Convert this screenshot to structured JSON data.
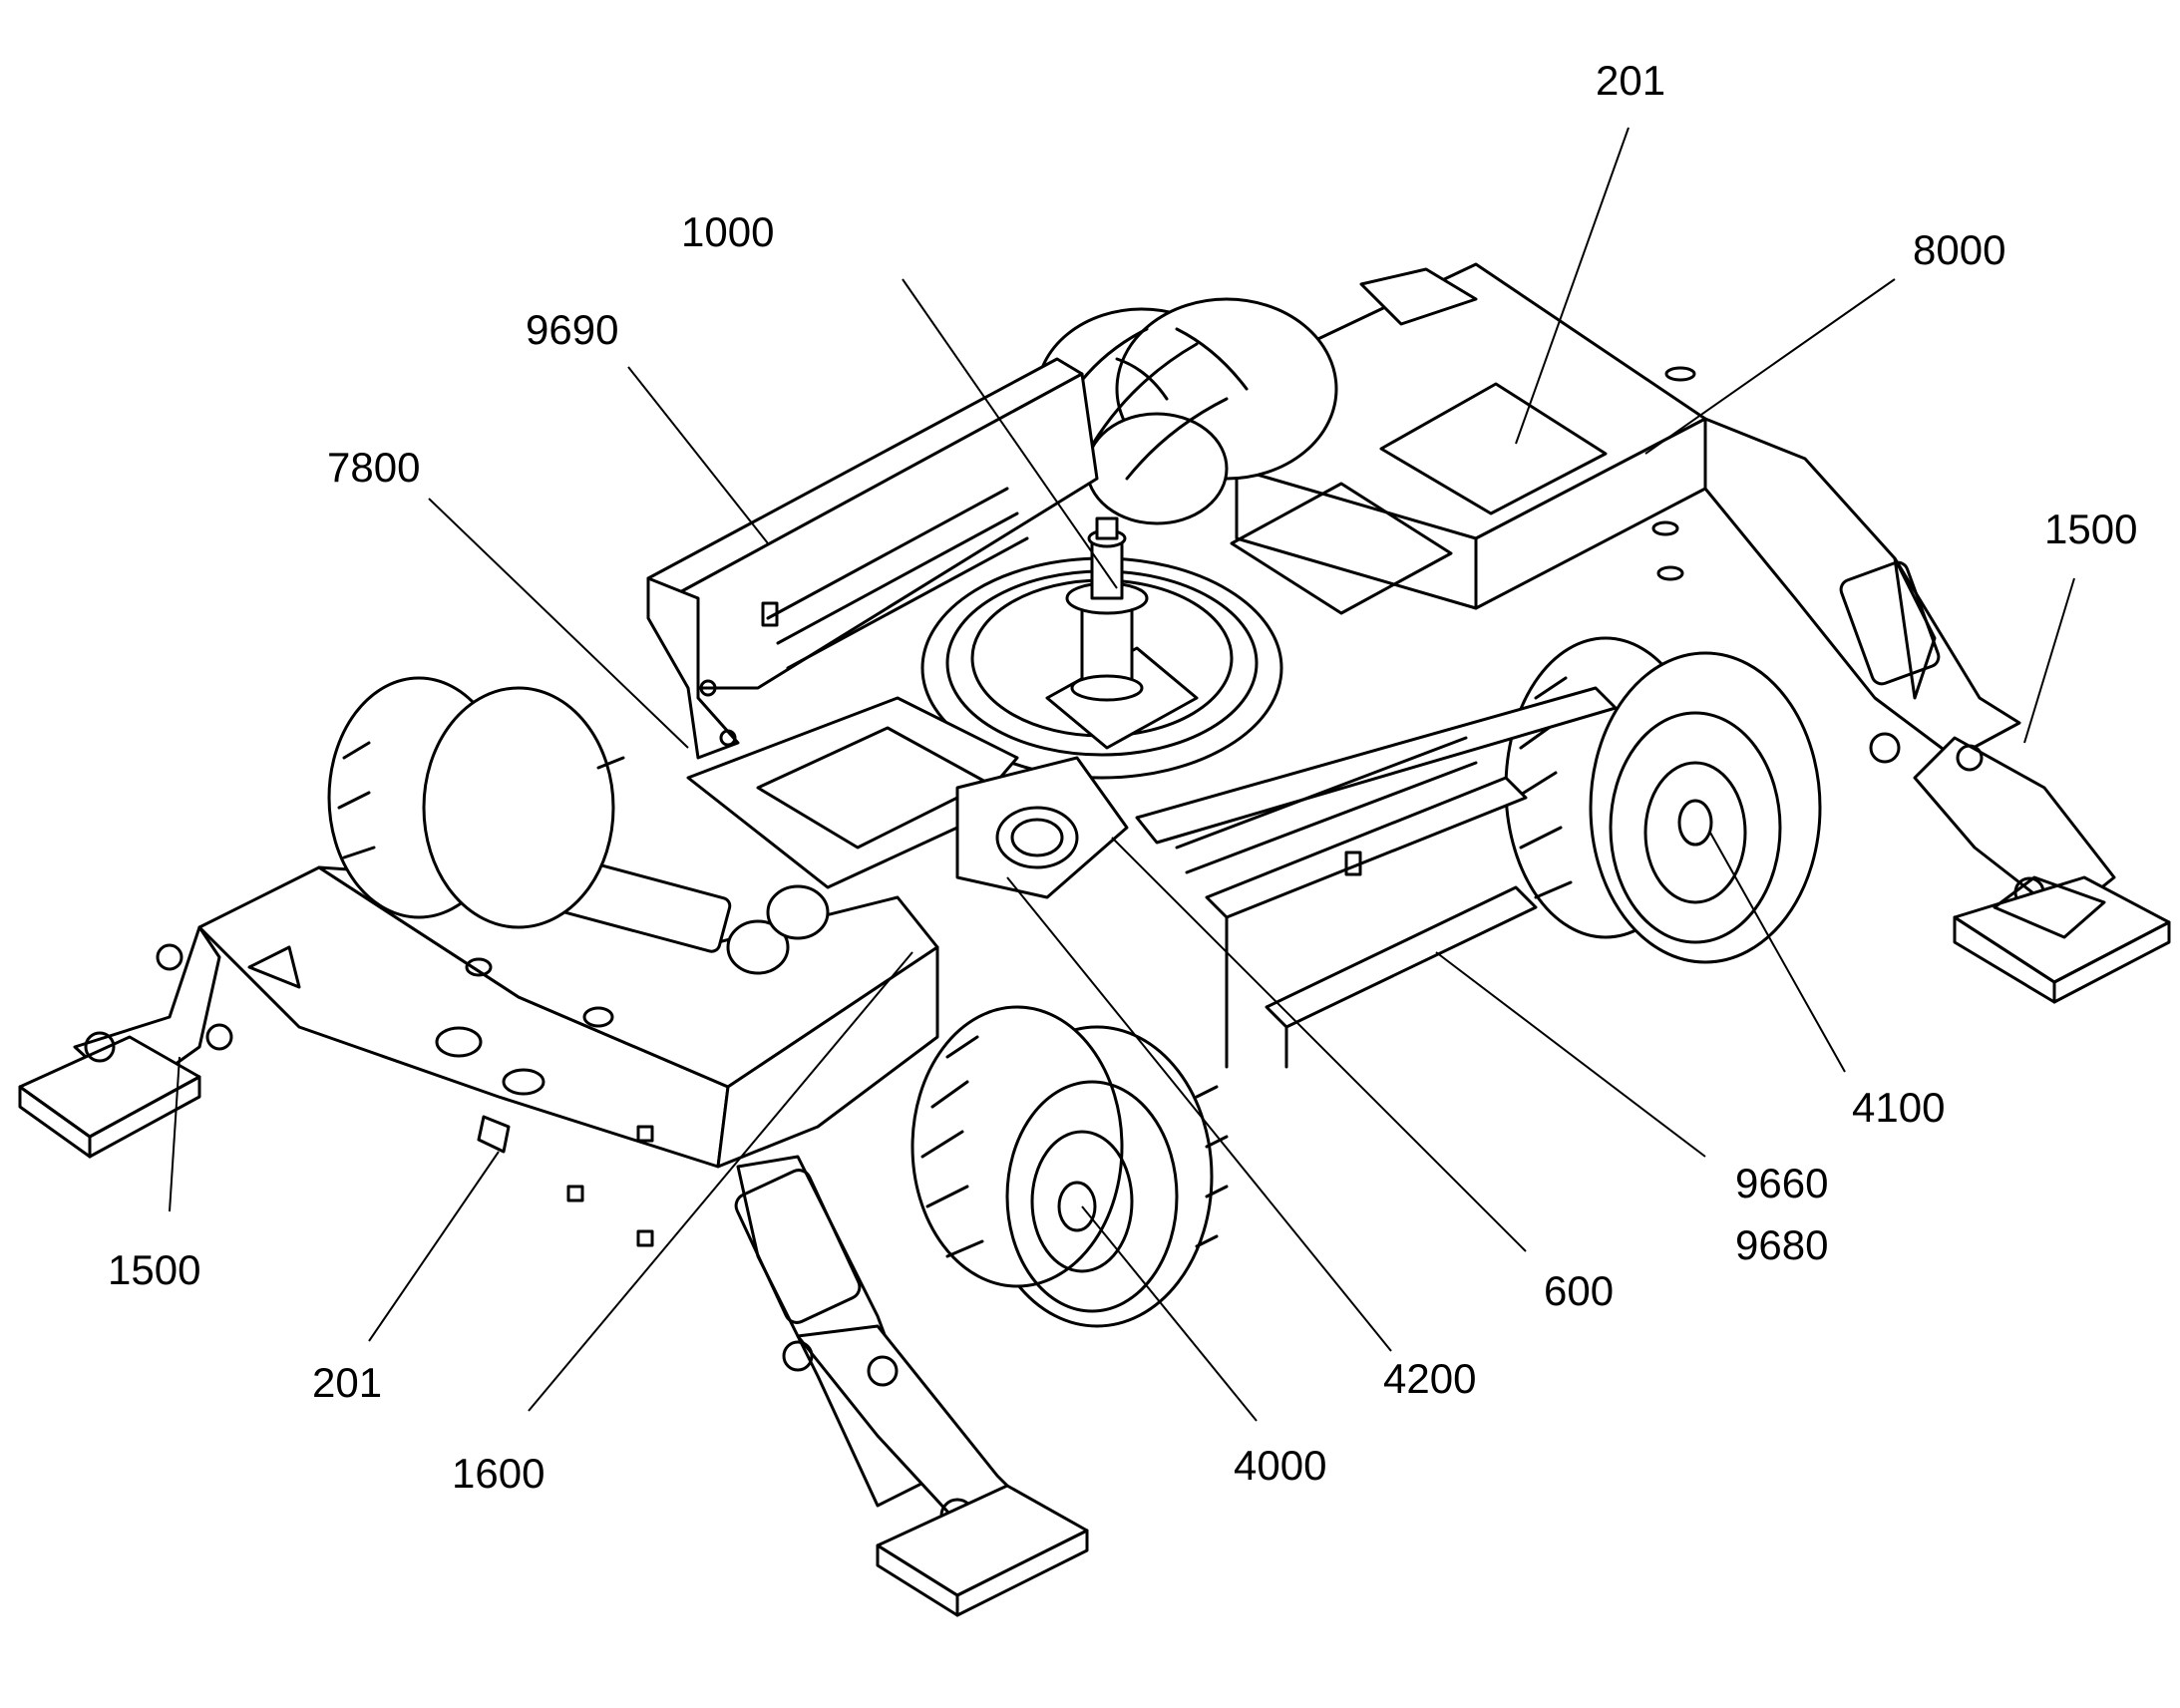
{
  "figure": {
    "background": "#ffffff",
    "line_color": "#000000",
    "labels": {
      "l201_top": "201",
      "l1000": "1000",
      "l8000": "8000",
      "l9690": "9690",
      "l7800": "7800",
      "l1500_right": "1500",
      "l4100": "4100",
      "l9660": "9660",
      "l9680": "9680",
      "l600": "600",
      "l1500_left": "1500",
      "l201_bottom": "201",
      "l4200": "4200",
      "l1600": "1600",
      "l4000": "4000"
    }
  }
}
